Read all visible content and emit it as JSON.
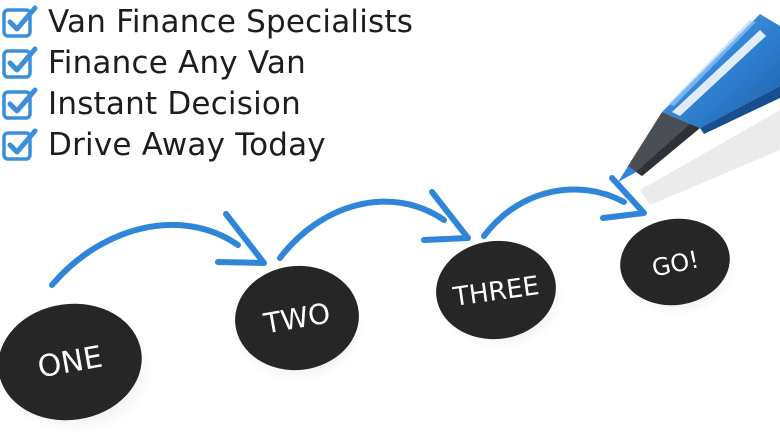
{
  "checklist": {
    "items": [
      {
        "label": "Van Finance Specialists",
        "icon": "checkbox-checked-icon"
      },
      {
        "label": "Finance Any Van",
        "icon": "checkbox-checked-icon"
      },
      {
        "label": "Instant Decision",
        "icon": "checkbox-checked-icon"
      },
      {
        "label": "Drive Away Today",
        "icon": "checkbox-checked-icon"
      }
    ]
  },
  "steps": {
    "one": "ONE",
    "two": "TWO",
    "three": "THREE",
    "go": "GO!"
  },
  "colors": {
    "accent_blue": "#2f86d8",
    "check_blue": "#3b8fd9",
    "circle_dark": "#262626",
    "text_dark": "#1d1d1d"
  }
}
